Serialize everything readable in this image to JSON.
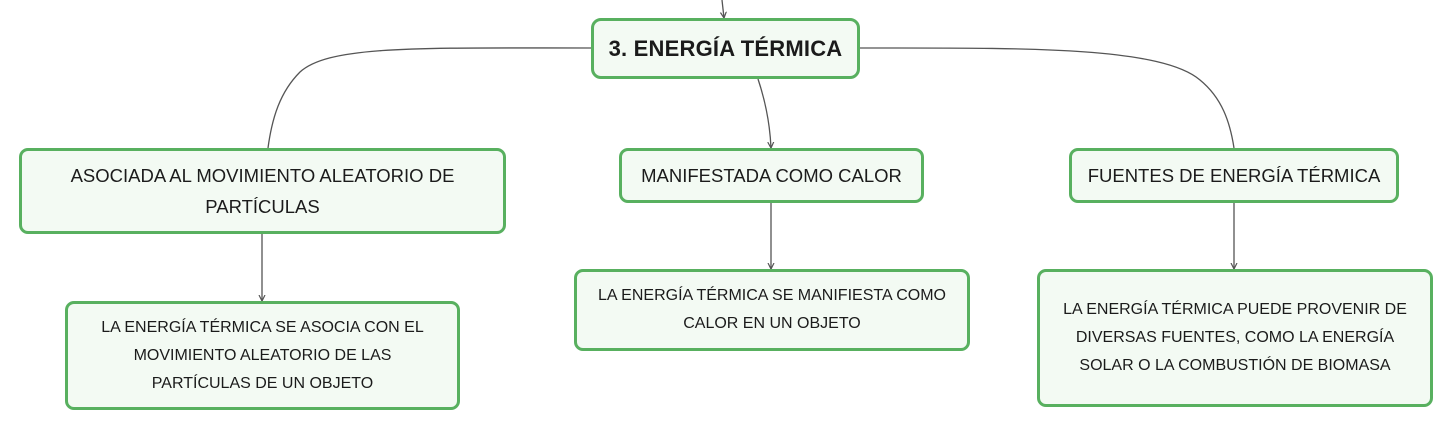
{
  "root": {
    "label": "3. ENERGÍA TÉRMICA"
  },
  "branches": [
    {
      "label": "ASOCIADA AL MOVIMIENTO ALEATORIO DE PARTÍCULAS",
      "detail": "LA ENERGÍA TÉRMICA SE ASOCIA CON EL MOVIMIENTO ALEATORIO DE LAS PARTÍCULAS DE UN OBJETO"
    },
    {
      "label": "MANIFESTADA COMO CALOR",
      "detail": "LA ENERGÍA TÉRMICA SE MANIFIESTA COMO CALOR EN UN OBJETO"
    },
    {
      "label": "FUENTES DE ENERGÍA TÉRMICA",
      "detail": "LA ENERGÍA TÉRMICA PUEDE PROVENIR DE DIVERSAS FUENTES, COMO LA ENERGÍA SOLAR O LA COMBUSTIÓN DE BIOMASA"
    }
  ],
  "colors": {
    "node_border": "#58b05f",
    "node_fill": "#f3faf3",
    "connector": "#555555"
  }
}
